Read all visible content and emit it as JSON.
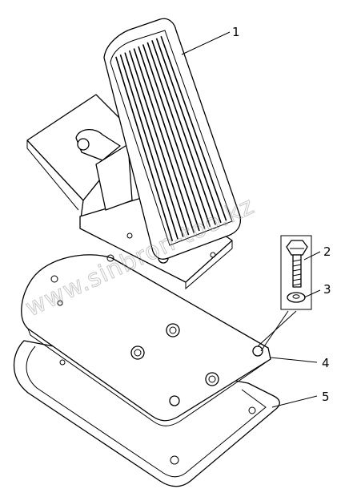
{
  "watermark": "www.sinbron-too.kz",
  "callouts": [
    {
      "id": "1",
      "label": "1"
    },
    {
      "id": "2",
      "label": "2"
    },
    {
      "id": "3",
      "label": "3"
    },
    {
      "id": "4",
      "label": "4"
    },
    {
      "id": "5",
      "label": "5"
    }
  ]
}
